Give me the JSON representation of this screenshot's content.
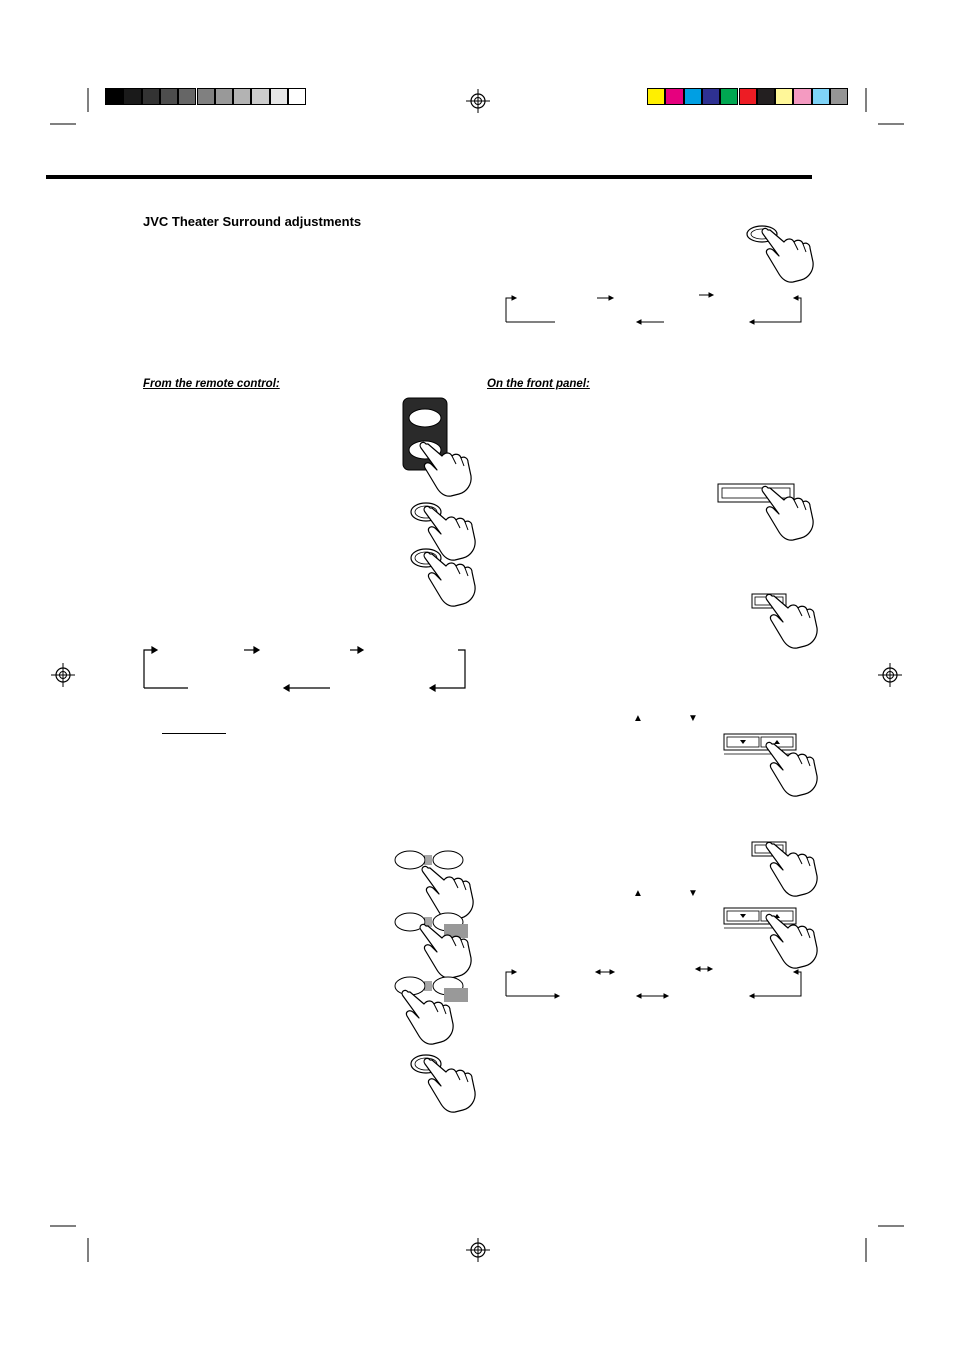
{
  "page": {
    "section_title": "JVC Theater Surround adjustments",
    "remote_heading": "From the remote control:",
    "front_panel_heading": "On the front panel:"
  },
  "print_marks": {
    "grayscale_bar": [
      "#000000",
      "#1a1a1a",
      "#333333",
      "#4d4d4d",
      "#666666",
      "#808080",
      "#999999",
      "#b3b3b3",
      "#cccccc",
      "#e6e6e6",
      "#ffffff"
    ],
    "color_bar": [
      "#ffef00",
      "#e6007e",
      "#009fe3",
      "#2e3192",
      "#00a651",
      "#ed1c24",
      "#231f20",
      "#fff799",
      "#f49ac1",
      "#7fd3f7",
      "#959595"
    ]
  },
  "icons": {
    "cycle_diagram": "cycle-arrow-diagram",
    "button_press": "finger-press-icon",
    "registration": "crosshair-registration-icon",
    "up_triangle": "▲",
    "down_triangle": "▼"
  }
}
